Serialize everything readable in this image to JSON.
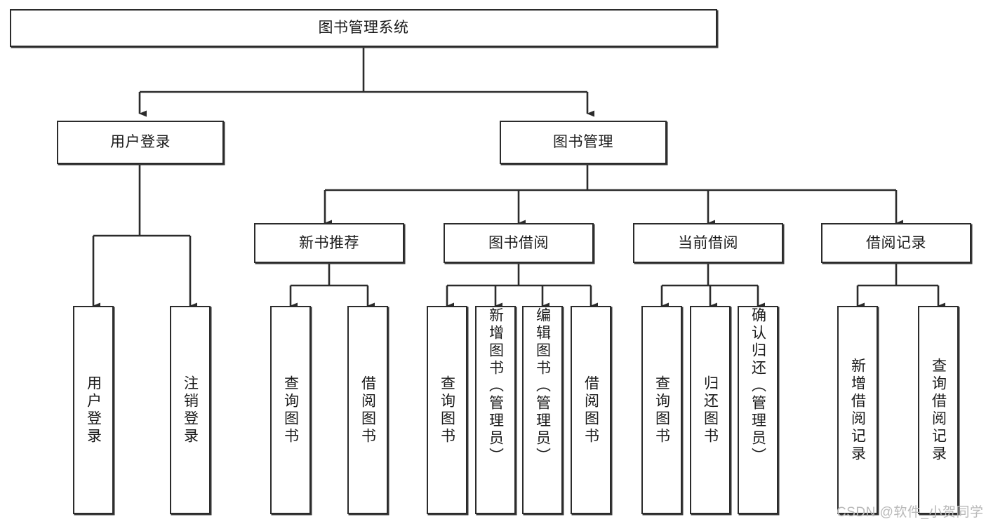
{
  "diagram": {
    "title": "图书管理系统",
    "type": "functional-decomposition-tree",
    "watermark": "CSDN @软件_小贺同学",
    "colors": {
      "box_border": "#2b2b2b",
      "box_fill": "#ffffff",
      "link": "#2b2b2b",
      "text": "#1a1a1a",
      "watermark": "#b9b9b9",
      "background": "#ffffff"
    },
    "root": {
      "label": "图书管理系统"
    },
    "level2": [
      {
        "label": "用户登录"
      },
      {
        "label": "图书管理"
      }
    ],
    "level3": [
      {
        "label": "新书推荐"
      },
      {
        "label": "图书借阅"
      },
      {
        "label": "当前借阅"
      },
      {
        "label": "借阅记录"
      }
    ],
    "leaves": {
      "user_login": [
        {
          "label": "用户登录"
        },
        {
          "label": "注销登录"
        }
      ],
      "new_book_recommend": [
        {
          "label": "查询图书"
        },
        {
          "label": "借阅图书"
        }
      ],
      "book_borrow": [
        {
          "label": "查询图书"
        },
        {
          "label": "新增图书（管理员）"
        },
        {
          "label": "编辑图书（管理员）"
        },
        {
          "label": "借阅图书"
        }
      ],
      "current_borrow": [
        {
          "label": "查询图书"
        },
        {
          "label": "归还图书"
        },
        {
          "label": "确认归还（管理员）"
        }
      ],
      "borrow_record": [
        {
          "label": "新增借阅记录"
        },
        {
          "label": "查询借阅记录"
        }
      ]
    }
  }
}
